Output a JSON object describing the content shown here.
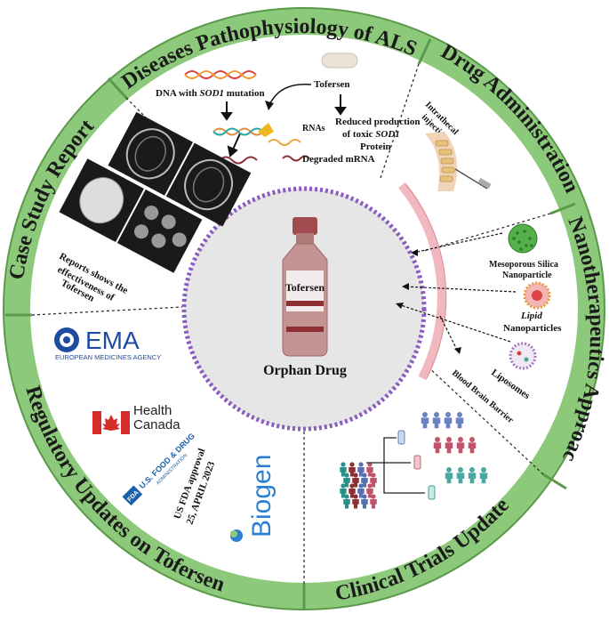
{
  "sections": {
    "diseases": "Diseases Pathophysiology of ALS",
    "drug_admin": "Drug Administration",
    "nano": "Nanotherapeutics Approaches",
    "clinical": "Clinical Trials Update",
    "regulatory": "Regulatory Updates on Tofersen",
    "case_study": "Case Study Report"
  },
  "center": {
    "vial_label": "Tofersen",
    "caption": "Orphan Drug"
  },
  "pathophysiology": {
    "dna_prefix": "DNA with ",
    "dna_gene": "SOD1",
    "dna_suffix": " mutation",
    "drug": "Tofersen",
    "rnas": "RNAs",
    "reduced_1": "Reduced production",
    "reduced_2_prefix": "of toxic ",
    "reduced_2_gene": "SOD1",
    "reduced_3": "Protein",
    "degraded": "Degraded mRNA"
  },
  "administration": {
    "route_1": "Intrathecal",
    "route_2": "injection"
  },
  "nanotherapeutics": {
    "silica_1": "Mesoporous Silica",
    "silica_2": "Nanoparticle",
    "lipid_1": "Lipid",
    "lipid_2": "Nanoparticles",
    "liposomes": "Liposomes",
    "bbb": "Blood Brain Barrier"
  },
  "case_study": {
    "line_1": "Reports shows the",
    "line_2": "effectiveness of",
    "line_3": "Tofersen"
  },
  "regulatory": {
    "ema_logo": "EMA",
    "ema_sub": "EUROPEAN MEDICINES AGENCY",
    "hc_1": "Health",
    "hc_2": "Canada",
    "fda_badge": "FDA",
    "fda_1": "U.S. FOOD & DRUG",
    "fda_2": "ADMINISTRATION",
    "approval_1": "US FDA approval",
    "approval_2": "25, APRIL 2023",
    "biogen": "Biogen"
  },
  "colors": {
    "ring": "#8cc97a",
    "ring_border": "#5a9a4a",
    "inner": "#e6e6e6",
    "dash_circle": "#8a5cc0",
    "barrier": "#f2b8c0",
    "vial": "#c49492",
    "vial_band": "#8e2f33",
    "cap": "#a04b4f"
  }
}
